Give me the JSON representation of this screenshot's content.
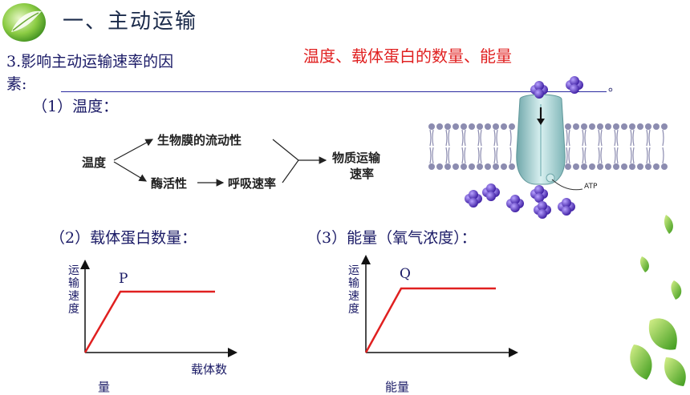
{
  "heading": {
    "title": "一、主动运输"
  },
  "question": {
    "line1": "3.影响主动运输速率的因",
    "line2": "素:",
    "answer": "温度、载体蛋白的数量、能量",
    "period": "。"
  },
  "factor_temperature": {
    "label": "（1）温度：",
    "diagram": {
      "start": "温度",
      "upper": "生物膜的流动性",
      "lower_a": "酶活性",
      "lower_b": "呼吸速率",
      "result_1": "物质运输",
      "result_2": "速率"
    }
  },
  "membrane": {
    "atp_label": "ATP"
  },
  "factor_carrier": {
    "label": "（2）载体蛋白数量：",
    "ylabel": [
      "运",
      "输",
      "速",
      "度"
    ],
    "point": "P",
    "xlabel": "载体数",
    "xlabel_cut": "量"
  },
  "factor_energy": {
    "label": "（3）能量（氧气浓度）：",
    "ylabel": [
      "运",
      "输",
      "速",
      "度"
    ],
    "point": "Q",
    "xlabel_cut": "能量"
  },
  "colors": {
    "curve": "#e02020",
    "answer": "#e02020",
    "text": "#1a1a66",
    "molecule": "#5a2ac8"
  }
}
